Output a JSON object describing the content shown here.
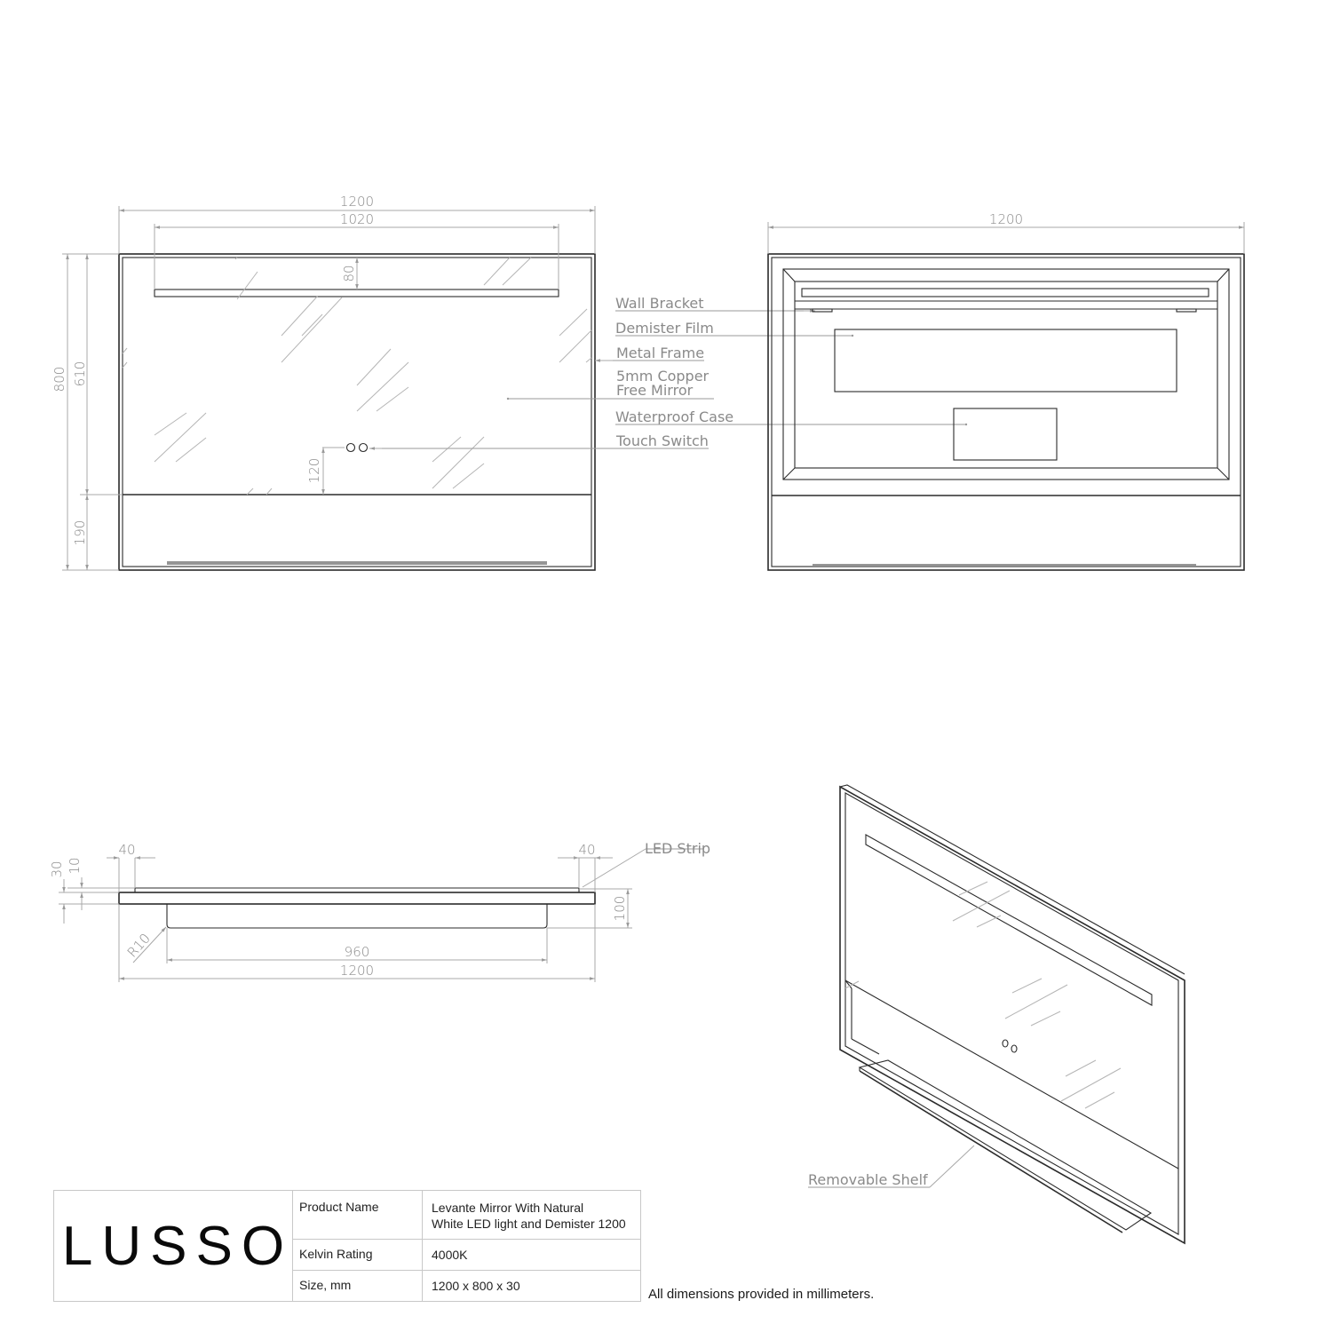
{
  "front_view": {
    "dim_overall_width": "1200",
    "dim_led_width": "1020",
    "dim_led_offset": "80",
    "dim_overall_height": "800",
    "dim_mirror_height": "610",
    "dim_switch_height": "120",
    "dim_bottom_panel": "190"
  },
  "callouts": {
    "wall_bracket": "Wall Bracket",
    "demister_film": "Demister Film",
    "metal_frame": "Metal Frame",
    "mirror_line1": "5mm Copper",
    "mirror_line2": "Free Mirror",
    "waterproof_case": "Waterproof Case",
    "touch_switch": "Touch Switch"
  },
  "rear_view": {
    "dim_overall_width": "1200"
  },
  "top_view": {
    "dim_left_inset": "40",
    "dim_right_inset": "40",
    "dim_depth_total": "30",
    "dim_depth_frame": "10",
    "dim_shelf_depth": "100",
    "dim_radius": "R10",
    "dim_shelf_width": "960",
    "dim_overall_width": "1200",
    "led_strip_label": "LED Strip"
  },
  "iso_view": {
    "removable_shelf_label": "Removable Shelf"
  },
  "title_block": {
    "logo": "LUSSO",
    "rows": [
      {
        "key": "Product Name",
        "value_line1": "Levante Mirror With Natural",
        "value_line2": "White LED light and Demister 1200"
      },
      {
        "key": "Kelvin Rating",
        "value_line1": "4000K"
      },
      {
        "key": "Size, mm",
        "value_line1": "1200 x 800 x 30"
      }
    ]
  },
  "footnote": "All dimensions provided in millimeters.",
  "colors": {
    "outline": "#2b2b2b",
    "dimension": "#8a8a8a",
    "grid_border": "#c8c8c8"
  }
}
